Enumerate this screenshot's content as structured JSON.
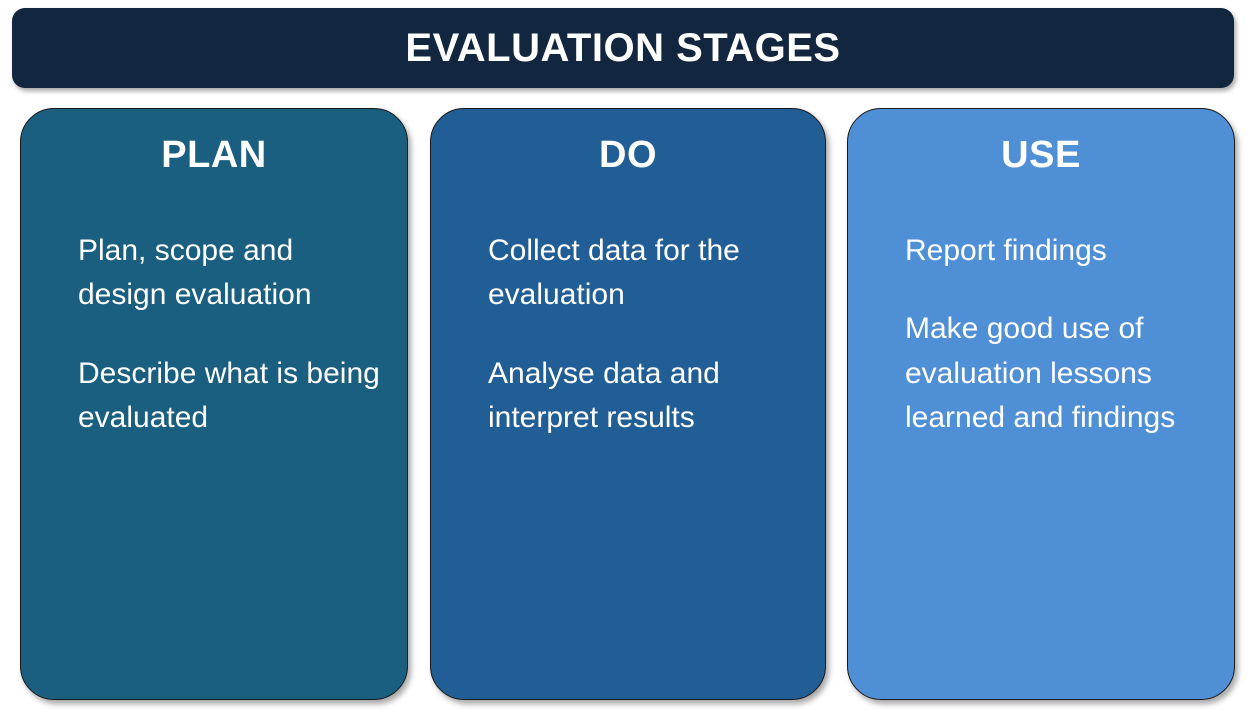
{
  "header": {
    "title": "EVALUATION STAGES",
    "background_color": "#12263F",
    "text_color": "#FFFFFF"
  },
  "stages": [
    {
      "id": "plan",
      "heading": "PLAN",
      "background_color": "#1A5E80",
      "text_color": "#FFFFFF",
      "paragraphs": [
        "Plan, scope and design evaluation",
        "Describe what is being evaluated"
      ]
    },
    {
      "id": "do",
      "heading": "DO",
      "background_color": "#225E96",
      "text_color": "#FFFFFF",
      "paragraphs": [
        "Collect data for the evaluation",
        "Analyse data and interpret results"
      ]
    },
    {
      "id": "use",
      "heading": "USE",
      "background_color": "#4F8FD6",
      "text_color": "#FFFFFF",
      "paragraphs": [
        "Report findings",
        "Make good use of evaluation lessons learned and findings"
      ]
    }
  ],
  "canvas": {
    "background_color": "#FFFFFF"
  }
}
